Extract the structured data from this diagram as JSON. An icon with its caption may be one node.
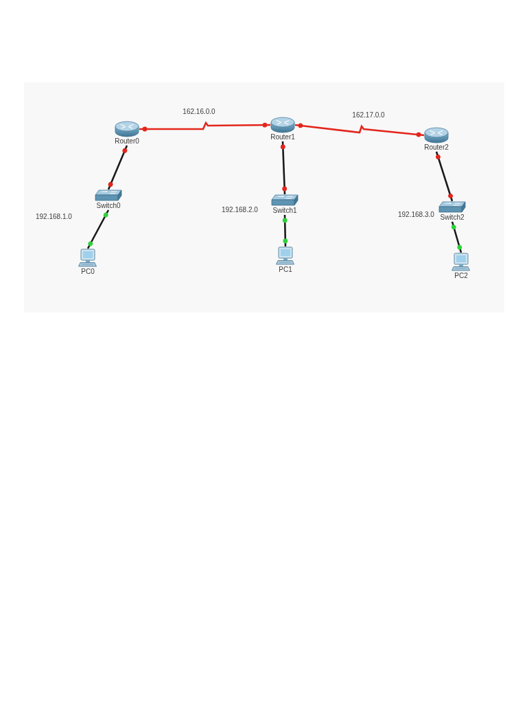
{
  "diagram": {
    "nodes": [
      {
        "text": [
          "Router0"
        ]
      },
      {
        "text": [
          "Router1"
        ]
      },
      {
        "text": [
          "Router2"
        ]
      },
      {
        "text": [
          "Switch0"
        ]
      },
      {
        "text": [
          "Switch1"
        ]
      },
      {
        "text": [
          "Switch2"
        ]
      },
      {
        "text": [
          "PC0"
        ]
      },
      {
        "text": [
          "PC1"
        ]
      },
      {
        "text": [
          "PC2"
        ]
      }
    ],
    "edges": [
      {
        "from": 0,
        "to": 1,
        "arrow": "other",
        "label": "162.16.0.0",
        "color": "#e3261b"
      },
      {
        "from": 1,
        "to": 2,
        "arrow": "other",
        "label": "162.17.0.0",
        "color": "#e3261b"
      },
      {
        "from": 0,
        "to": 3,
        "arrow": "other"
      },
      {
        "from": 3,
        "to": 6,
        "arrow": "other"
      },
      {
        "from": 1,
        "to": 4,
        "arrow": "other"
      },
      {
        "from": 4,
        "to": 7,
        "arrow": "other"
      },
      {
        "from": 2,
        "to": 5,
        "arrow": "other"
      },
      {
        "from": 5,
        "to": 8,
        "arrow": "other"
      }
    ],
    "labels": [
      "192.168.1.0",
      "192.168.2.0",
      "192.168.3.0"
    ]
  }
}
